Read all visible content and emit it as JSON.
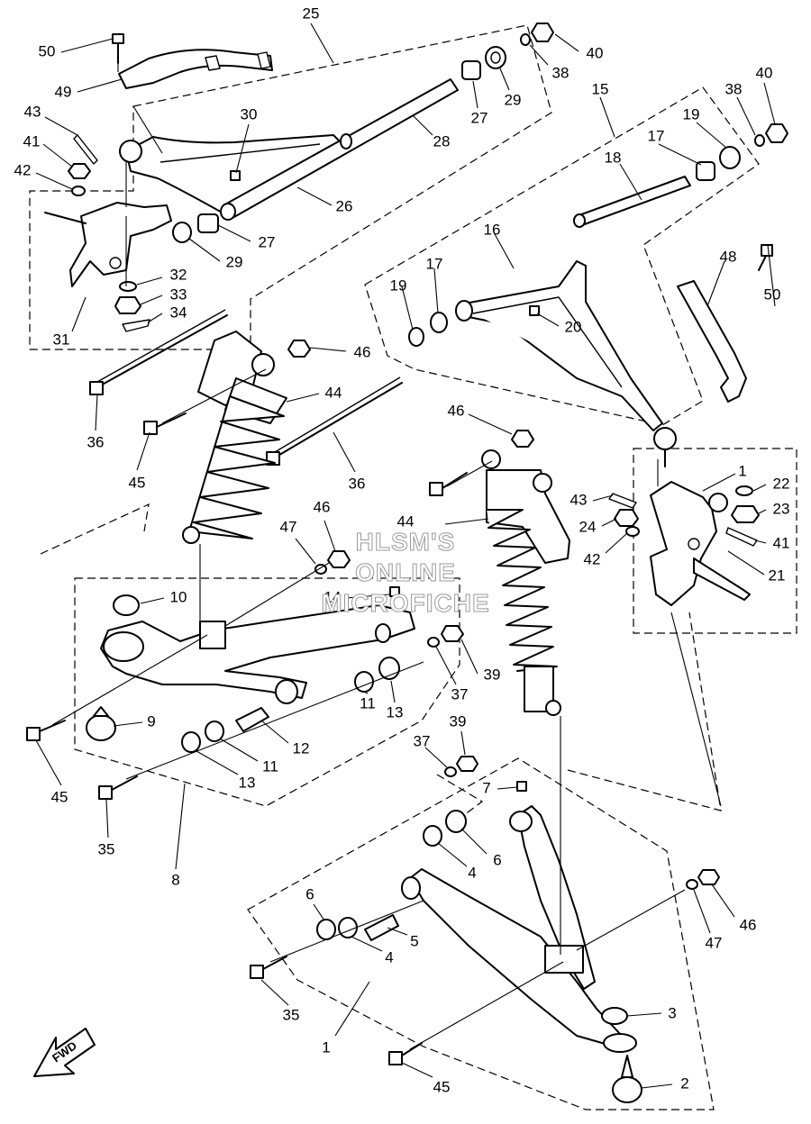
{
  "watermark": {
    "line1": "HLSM'S",
    "line2": "ONLINE",
    "line3": "MICROFICHE"
  },
  "fwd_label": "FWD",
  "callouts": [
    {
      "id": "c50a",
      "text": "50"
    },
    {
      "id": "c25",
      "text": "25"
    },
    {
      "id": "c40a",
      "text": "40"
    },
    {
      "id": "c38a",
      "text": "38"
    },
    {
      "id": "c29a",
      "text": "29"
    },
    {
      "id": "c27a",
      "text": "27"
    },
    {
      "id": "c49",
      "text": "49"
    },
    {
      "id": "c43a",
      "text": "43"
    },
    {
      "id": "c30",
      "text": "30"
    },
    {
      "id": "c41a",
      "text": "41"
    },
    {
      "id": "c42a",
      "text": "42"
    },
    {
      "id": "c28",
      "text": "28"
    },
    {
      "id": "c15",
      "text": "15"
    },
    {
      "id": "c38b",
      "text": "38"
    },
    {
      "id": "c40b",
      "text": "40"
    },
    {
      "id": "c19a",
      "text": "19"
    },
    {
      "id": "c17a",
      "text": "17"
    },
    {
      "id": "c18",
      "text": "18"
    },
    {
      "id": "c26",
      "text": "26"
    },
    {
      "id": "c27b",
      "text": "27"
    },
    {
      "id": "c29b",
      "text": "29"
    },
    {
      "id": "c16",
      "text": "16"
    },
    {
      "id": "c48",
      "text": "48"
    },
    {
      "id": "c32",
      "text": "32"
    },
    {
      "id": "c33",
      "text": "33"
    },
    {
      "id": "c34",
      "text": "34"
    },
    {
      "id": "c31",
      "text": "31"
    },
    {
      "id": "c19b",
      "text": "19"
    },
    {
      "id": "c17b",
      "text": "17"
    },
    {
      "id": "c20",
      "text": "20"
    },
    {
      "id": "c50b",
      "text": "50"
    },
    {
      "id": "c46a",
      "text": "46"
    },
    {
      "id": "c44a",
      "text": "44"
    },
    {
      "id": "c36a",
      "text": "36"
    },
    {
      "id": "c46b",
      "text": "46"
    },
    {
      "id": "c45a",
      "text": "45"
    },
    {
      "id": "c36b",
      "text": "36"
    },
    {
      "id": "c1a",
      "text": "1"
    },
    {
      "id": "c22",
      "text": "22"
    },
    {
      "id": "c23",
      "text": "23"
    },
    {
      "id": "c43b",
      "text": "43"
    },
    {
      "id": "c41b",
      "text": "41"
    },
    {
      "id": "c24",
      "text": "24"
    },
    {
      "id": "c42b",
      "text": "42"
    },
    {
      "id": "c21",
      "text": "21"
    },
    {
      "id": "c47a",
      "text": "47"
    },
    {
      "id": "c46c",
      "text": "46"
    },
    {
      "id": "c44b",
      "text": "44"
    },
    {
      "id": "c10",
      "text": "10"
    },
    {
      "id": "c14",
      "text": "14"
    },
    {
      "id": "c39a",
      "text": "39"
    },
    {
      "id": "c37a",
      "text": "37"
    },
    {
      "id": "c9",
      "text": "9"
    },
    {
      "id": "c11a",
      "text": "11"
    },
    {
      "id": "c13a",
      "text": "13"
    },
    {
      "id": "c12",
      "text": "12"
    },
    {
      "id": "c11b",
      "text": "11"
    },
    {
      "id": "c13b",
      "text": "13"
    },
    {
      "id": "c45b",
      "text": "45"
    },
    {
      "id": "c39b",
      "text": "39"
    },
    {
      "id": "c37b",
      "text": "37"
    },
    {
      "id": "c7",
      "text": "7"
    },
    {
      "id": "c35a",
      "text": "35"
    },
    {
      "id": "c6a",
      "text": "6"
    },
    {
      "id": "c4a",
      "text": "4"
    },
    {
      "id": "c8",
      "text": "8"
    },
    {
      "id": "c6b",
      "text": "6"
    },
    {
      "id": "c46d",
      "text": "46"
    },
    {
      "id": "c47b",
      "text": "47"
    },
    {
      "id": "c5",
      "text": "5"
    },
    {
      "id": "c4b",
      "text": "4"
    },
    {
      "id": "c35b",
      "text": "35"
    },
    {
      "id": "c3",
      "text": "3"
    },
    {
      "id": "c1b",
      "text": "1"
    },
    {
      "id": "c2",
      "text": "2"
    },
    {
      "id": "c45c",
      "text": "45"
    }
  ]
}
